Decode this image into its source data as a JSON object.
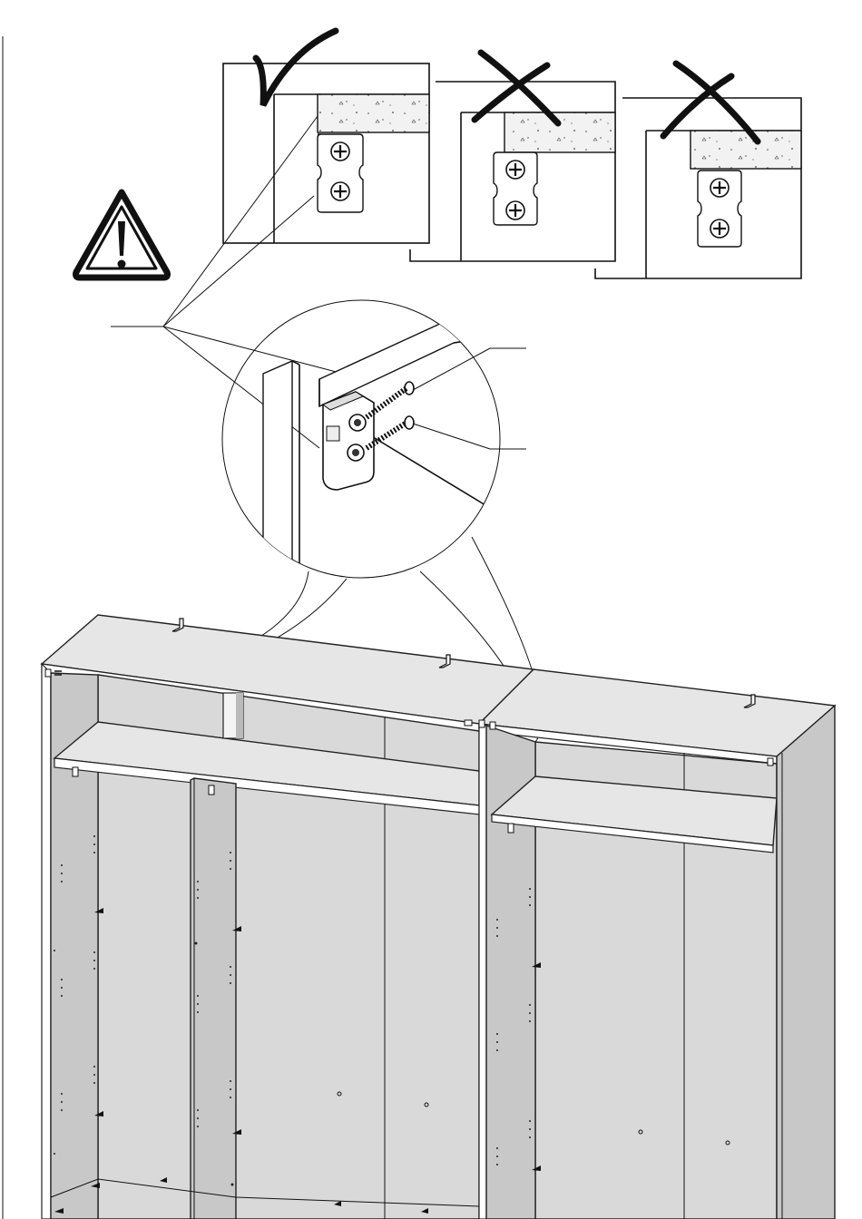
{
  "diagram": {
    "detail_views": [
      {
        "id": "correct",
        "verdict": "ok",
        "mark_icon": "check-mark-icon"
      },
      {
        "id": "wrong-gap-1",
        "verdict": "incorrect",
        "mark_icon": "cross-mark-icon"
      },
      {
        "id": "wrong-gap-2",
        "verdict": "incorrect",
        "mark_icon": "cross-mark-icon"
      }
    ],
    "warning_icon": "warning-triangle-icon",
    "magnifier": {
      "part": "bracket-with-two-screws"
    },
    "colors": {
      "line": "#111111",
      "panel": "#d9d9d9",
      "panel_dark": "#c8c8c8",
      "background": "#ffffff"
    }
  }
}
